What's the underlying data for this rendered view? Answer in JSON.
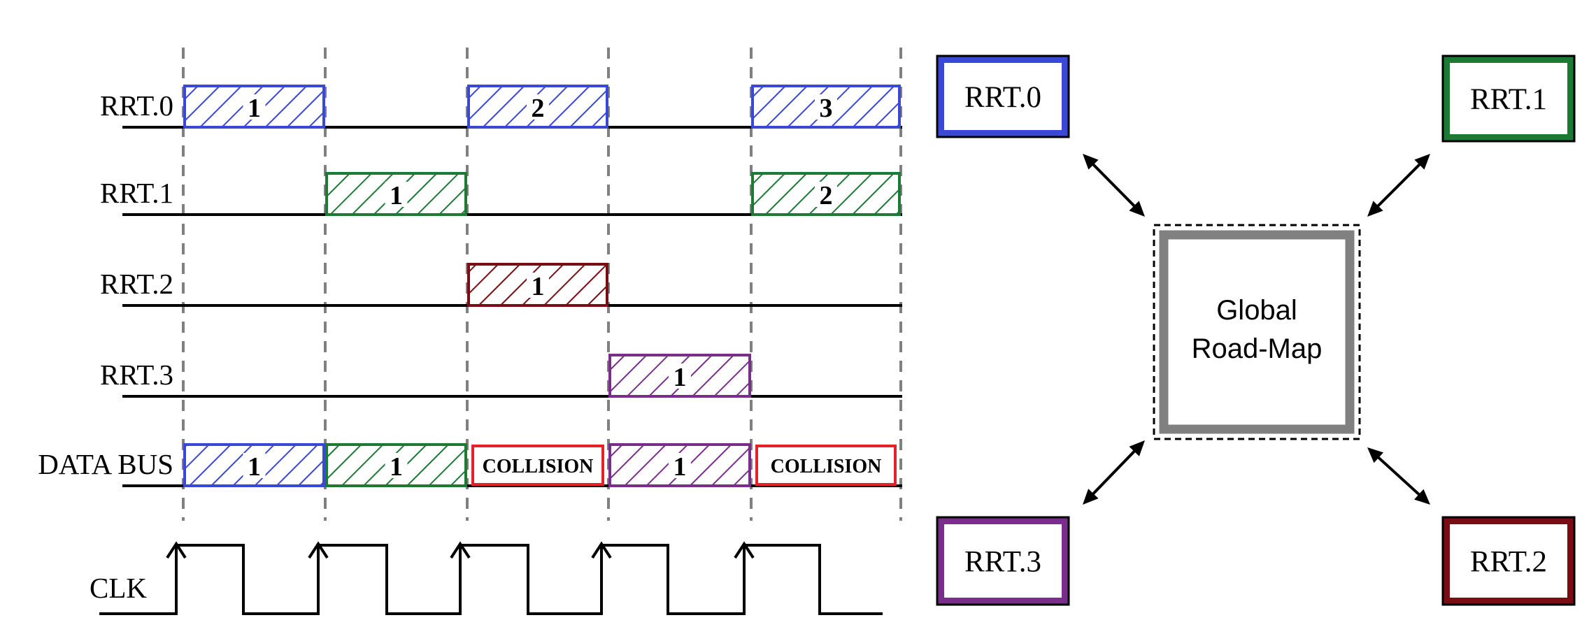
{
  "colors": {
    "rrt0": "#3a48d8",
    "rrt1": "#1d7a34",
    "rrt2": "#7a0d14",
    "rrt3": "#7a2e8c",
    "collision": "#e5212b",
    "global_roadmap": "#808080",
    "grid": "#808080"
  },
  "timing": {
    "rows": [
      {
        "label": "RRT.0",
        "color_key": "rrt0"
      },
      {
        "label": "RRT.1",
        "color_key": "rrt1"
      },
      {
        "label": "RRT.2",
        "color_key": "rrt2"
      },
      {
        "label": "RRT.3",
        "color_key": "rrt3"
      },
      {
        "label": "DATA BUS",
        "color_key": null
      }
    ],
    "slots": [
      {
        "row": 0,
        "col": 0,
        "text": "1",
        "kind": "hatch",
        "color_key": "rrt0"
      },
      {
        "row": 0,
        "col": 2,
        "text": "2",
        "kind": "hatch",
        "color_key": "rrt0"
      },
      {
        "row": 0,
        "col": 4,
        "text": "3",
        "kind": "hatch",
        "color_key": "rrt0"
      },
      {
        "row": 1,
        "col": 1,
        "text": "1",
        "kind": "hatch",
        "color_key": "rrt1"
      },
      {
        "row": 1,
        "col": 4,
        "text": "2",
        "kind": "hatch",
        "color_key": "rrt1"
      },
      {
        "row": 2,
        "col": 2,
        "text": "1",
        "kind": "hatch",
        "color_key": "rrt2"
      },
      {
        "row": 3,
        "col": 3,
        "text": "1",
        "kind": "hatch",
        "color_key": "rrt3"
      },
      {
        "row": 4,
        "col": 0,
        "text": "1",
        "kind": "hatch",
        "color_key": "rrt0"
      },
      {
        "row": 4,
        "col": 1,
        "text": "1",
        "kind": "hatch",
        "color_key": "rrt1"
      },
      {
        "row": 4,
        "col": 2,
        "text": "COLLISION",
        "kind": "collision",
        "color_key": "collision"
      },
      {
        "row": 4,
        "col": 3,
        "text": "1",
        "kind": "hatch",
        "color_key": "rrt3"
      },
      {
        "row": 4,
        "col": 4,
        "text": "COLLISION",
        "kind": "collision",
        "color_key": "collision"
      }
    ],
    "clock_label": "CLK"
  },
  "network": {
    "nodes": [
      {
        "id": "rrt0",
        "label": "RRT.0",
        "color_key": "rrt0"
      },
      {
        "id": "rrt1",
        "label": "RRT.1",
        "color_key": "rrt1"
      },
      {
        "id": "rrt3",
        "label": "RRT.3",
        "color_key": "rrt3"
      },
      {
        "id": "rrt2",
        "label": "RRT.2",
        "color_key": "rrt2"
      }
    ],
    "hub": {
      "line1": "Global",
      "line2": "Road-Map"
    }
  }
}
